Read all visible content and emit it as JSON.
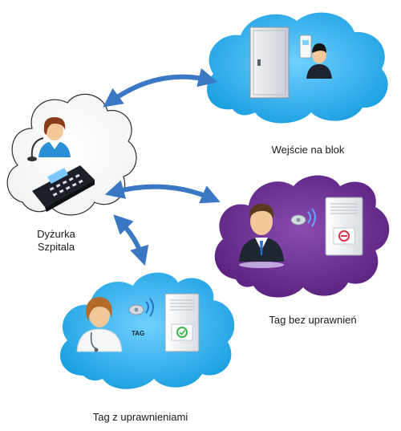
{
  "nodes": {
    "hospital_desk": {
      "line1": "Dyżurka",
      "line2": "Szpitala",
      "icons": [
        "nurse-icon",
        "microphone-icon",
        "intercom-console-icon"
      ]
    },
    "block_entrance": {
      "label": "Wejście na blok",
      "icons": [
        "door-icon",
        "card-reader-icon",
        "person-icon"
      ]
    },
    "tag_no_permission": {
      "label": "Tag bez uprawnień",
      "icons": [
        "businessman-icon",
        "rfid-tag-icon",
        "reader-denied-icon"
      ]
    },
    "tag_with_permission": {
      "label": "Tag z uprawnieniami",
      "tag_text": "TAG",
      "icons": [
        "doctor-icon",
        "rfid-tag-icon",
        "reader-granted-icon"
      ]
    }
  },
  "colors": {
    "cloud_blue": "#1fa9e8",
    "cloud_purple": "#6b2c8f",
    "cloud_white": "#ffffff",
    "arrow": "#3a78c4",
    "denied": "#e0304a",
    "granted": "#3bb24a"
  }
}
